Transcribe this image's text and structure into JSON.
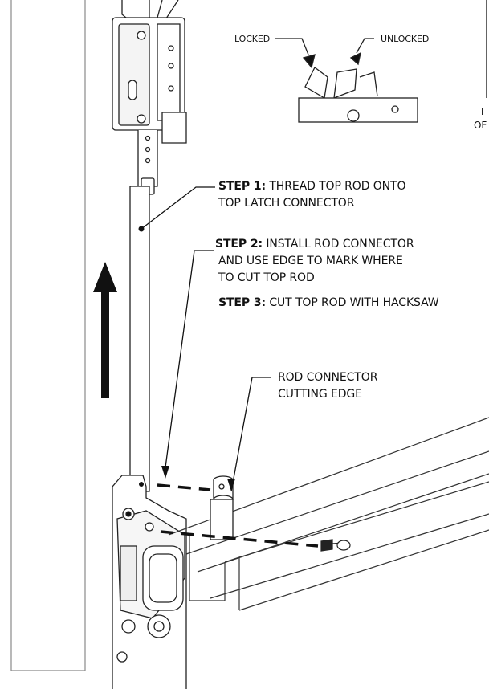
{
  "callouts": {
    "locked": "LOCKED",
    "unlocked": "UNLOCKED",
    "edge_fragment_line1": "T",
    "edge_fragment_line2": "OF"
  },
  "steps": [
    {
      "label": "STEP 1:",
      "line1": "THREAD TOP ROD ONTO",
      "line2": "TOP LATCH CONNECTOR"
    },
    {
      "label": "STEP 2:",
      "line1": "INSTALL ROD CONNECTOR",
      "line2": "AND USE EDGE TO MARK WHERE",
      "line3": "TO CUT TOP ROD"
    },
    {
      "label": "STEP 3:",
      "line1": "CUT TOP ROD WITH HACKSAW"
    }
  ],
  "rod_connector": {
    "line1": "ROD CONNECTOR",
    "line2": "CUTTING EDGE"
  }
}
